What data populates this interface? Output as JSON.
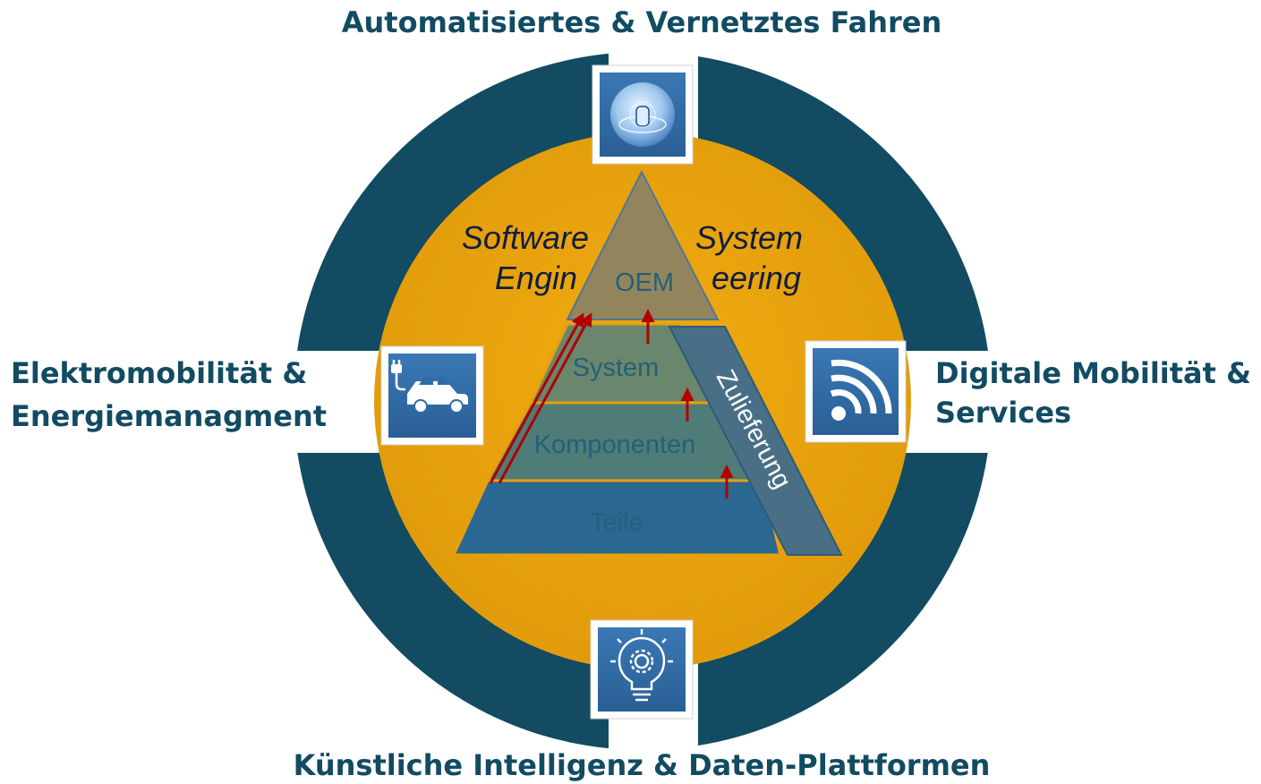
{
  "headings": {
    "top": "Automatisiertes & Vernetztes Fahren",
    "left_line1": "Elektromobilität &",
    "left_line2": "Energiemanagment",
    "right_line1": "Digitale Mobilität &",
    "right_line2": "Services",
    "bottom": "Künstliche Intelligenz & Daten-Plattformen"
  },
  "pyramid": {
    "left_text_line1": "Software",
    "left_text_line2": "Engin",
    "right_text_line1": "System",
    "right_text_line2": "eering",
    "layers": [
      "OEM",
      "System",
      "Komponenten",
      "Teile"
    ],
    "side_band": "Zulieferung"
  },
  "icons": {
    "top": "autonomous-car-sensor-icon",
    "left": "electric-car-charging-icon",
    "right": "wireless-signal-icon",
    "bottom": "lightbulb-gear-icon"
  },
  "colors": {
    "ring": "#124b62",
    "disc": "#e7a00c",
    "heading": "#124b62",
    "icon_tile": "#2f6aa6",
    "arrow": "#b00000"
  }
}
